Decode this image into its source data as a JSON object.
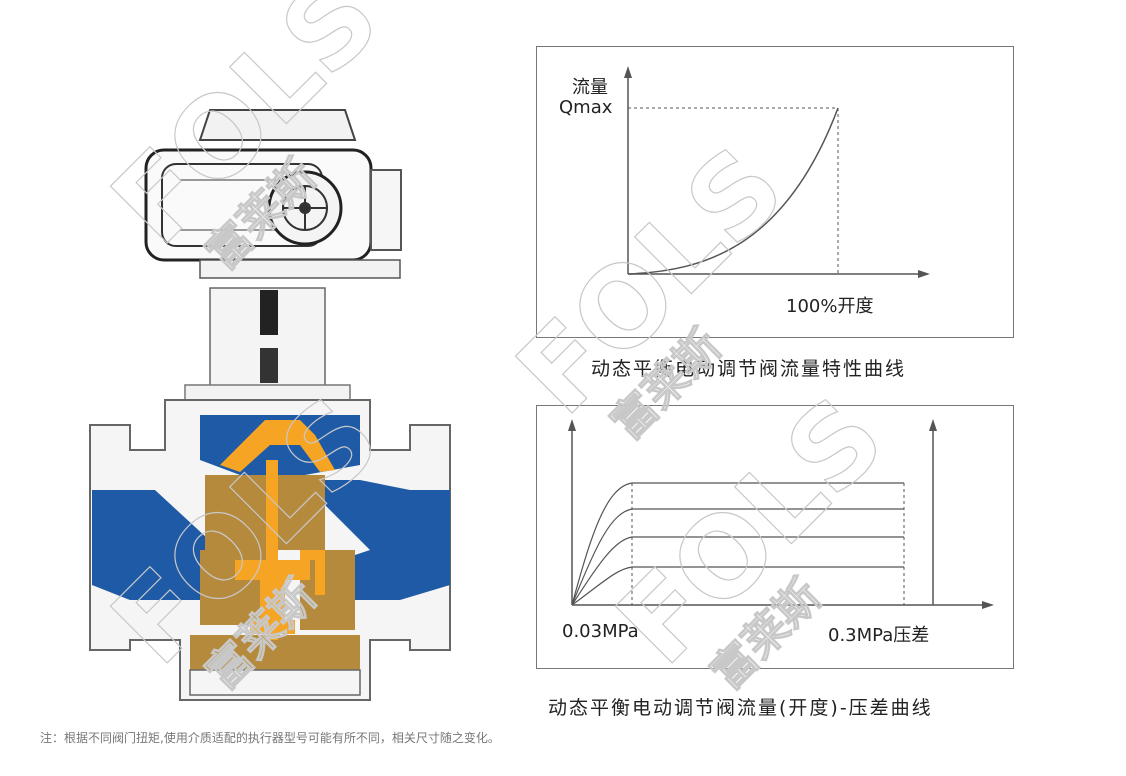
{
  "chart1": {
    "y_label_line1": "流量",
    "y_label_line2": "Qmax",
    "x_label": "100%开度",
    "caption": "动态平衡电动调节阀流量特性曲线"
  },
  "chart2": {
    "x_label_left": "0.03MPa",
    "x_label_right": "0.3MPa压差",
    "caption": "动态平衡电动调节阀流量(开度)-压差曲线"
  },
  "footnote": "注：根据不同阀门扭矩,使用介质适配的执行器型号可能有所不同，相关尺寸随之变化。",
  "watermark": {
    "latin": "FOLS",
    "cn": "富莱斯"
  },
  "colors": {
    "blue": "#1f5aa6",
    "orange": "#f5a424",
    "brass": "#b58a3d",
    "line": "#555555"
  }
}
